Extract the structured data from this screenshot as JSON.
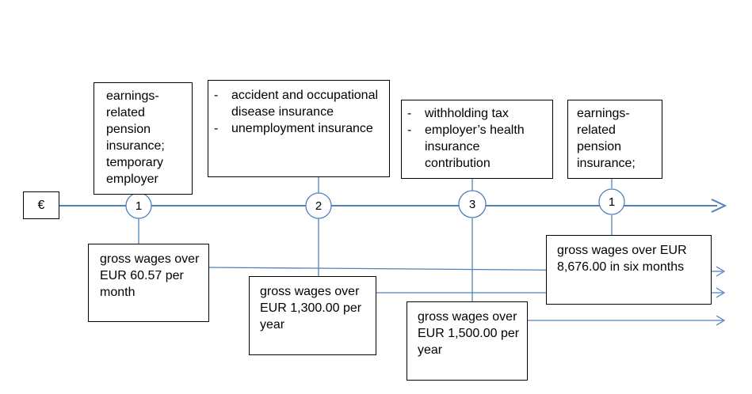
{
  "currency_symbol": "€",
  "milestones": [
    {
      "number": "1"
    },
    {
      "number": "2"
    },
    {
      "number": "3"
    },
    {
      "number": "1"
    }
  ],
  "insurance_boxes": [
    {
      "text": "earnings-related pension insurance; temporary employer"
    },
    {
      "items": [
        "accident and occupational disease insurance",
        "unemployment insurance"
      ]
    },
    {
      "items": [
        "withholding tax",
        "employer’s health insurance contribution"
      ]
    },
    {
      "text": "earnings-related pension insurance;"
    }
  ],
  "threshold_boxes": [
    {
      "text": "gross wages over EUR 60.57 per month"
    },
    {
      "text": "gross wages over EUR 1,300.00 per year"
    },
    {
      "text": "gross wages over EUR 1,500.00 per year"
    },
    {
      "text": "gross wages over EUR 8,676.00 in six months"
    }
  ],
  "colors": {
    "line": "#4f81bd",
    "connector": "#4f81bd",
    "border": "#000000"
  }
}
